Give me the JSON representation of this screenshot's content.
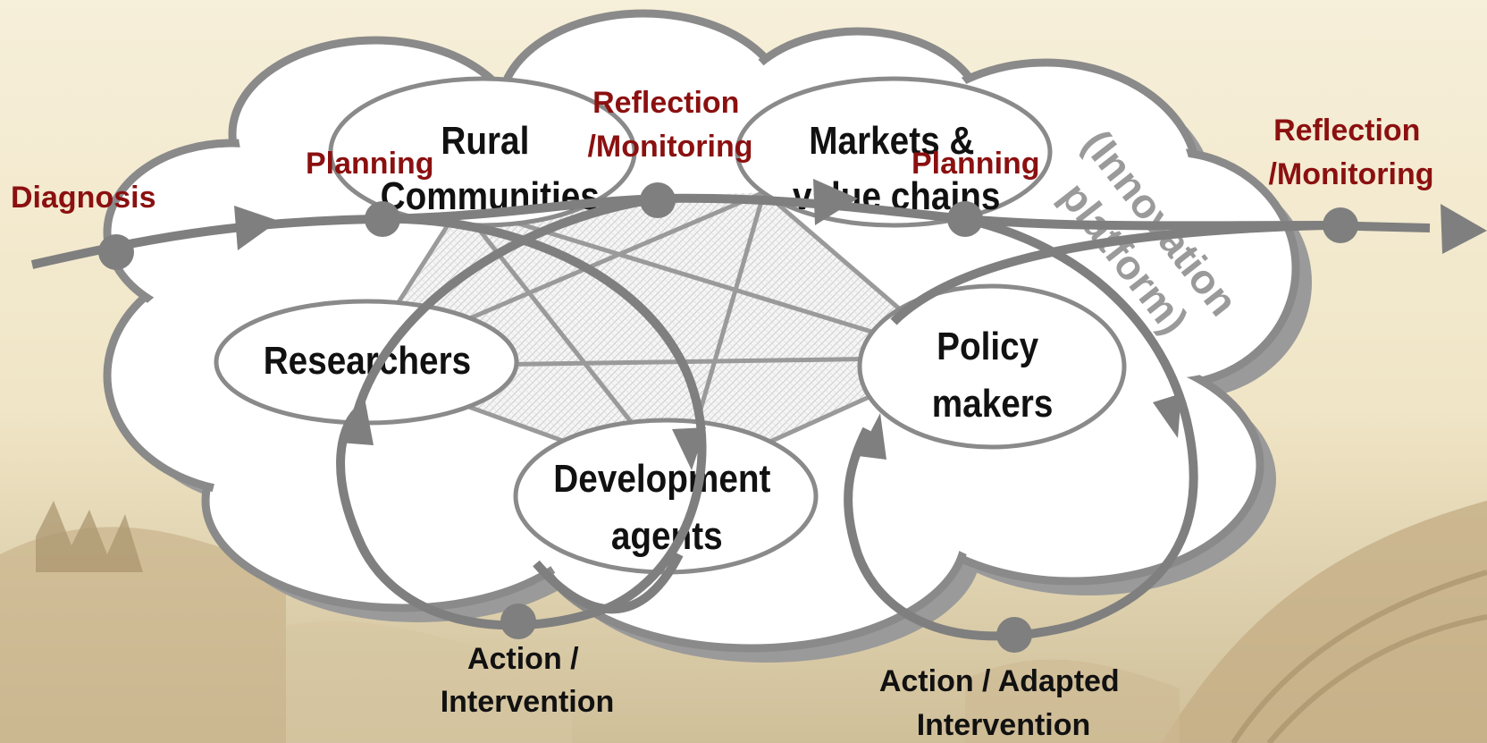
{
  "actors": {
    "rural_communities": [
      "Rural",
      "Communities"
    ],
    "markets_value_chains": [
      "Markets &",
      "value chains"
    ],
    "researchers": [
      "Researchers"
    ],
    "policy_makers": [
      "Policy",
      "makers"
    ],
    "development_agents": [
      "Development",
      "agents"
    ]
  },
  "platform_label": [
    "(Innovation",
    "platform)"
  ],
  "stages": {
    "diagnosis": "Diagnosis",
    "planning_1": "Planning",
    "reflection_1": [
      "Reflection",
      "/Monitoring"
    ],
    "planning_2": "Planning",
    "reflection_2": [
      "Reflection",
      "/Monitoring"
    ],
    "action_1": [
      "Action /",
      "Intervention"
    ],
    "action_2": [
      "Action / Adapted",
      "Intervention"
    ]
  },
  "colors": {
    "background": "#f3ead0",
    "cloud_fill": "#ffffff",
    "cloud_stroke": "#8a8a8a",
    "shadow": "#9a9a9a",
    "arrow": "#7f7f7f",
    "stage_text": "#8b1010",
    "actor_text": "#111111"
  }
}
